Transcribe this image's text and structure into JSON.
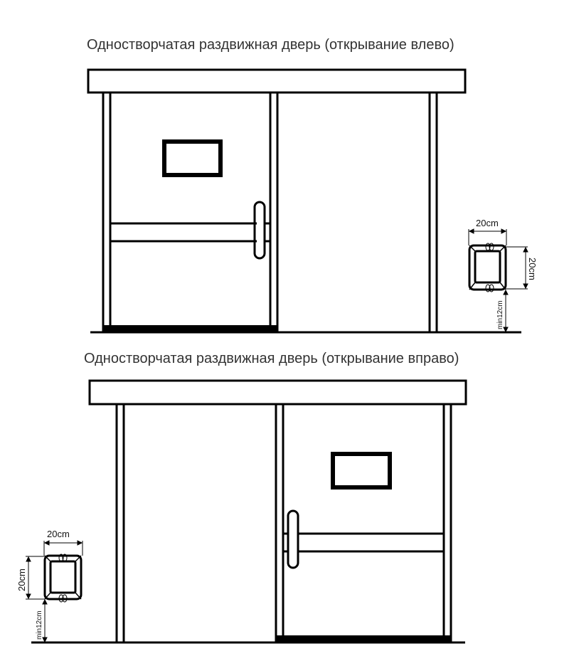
{
  "diagrams": [
    {
      "title": "Одностворчатая раздвижная дверь (открывание влево)",
      "button": {
        "width_label": "20cm",
        "height_label": "20cm",
        "min_label": "min12cm"
      }
    },
    {
      "title": "Одностворчатая раздвижная дверь (открывание вправо)",
      "button": {
        "width_label": "20cm",
        "height_label": "20cm",
        "min_label": "min12cm"
      }
    }
  ]
}
